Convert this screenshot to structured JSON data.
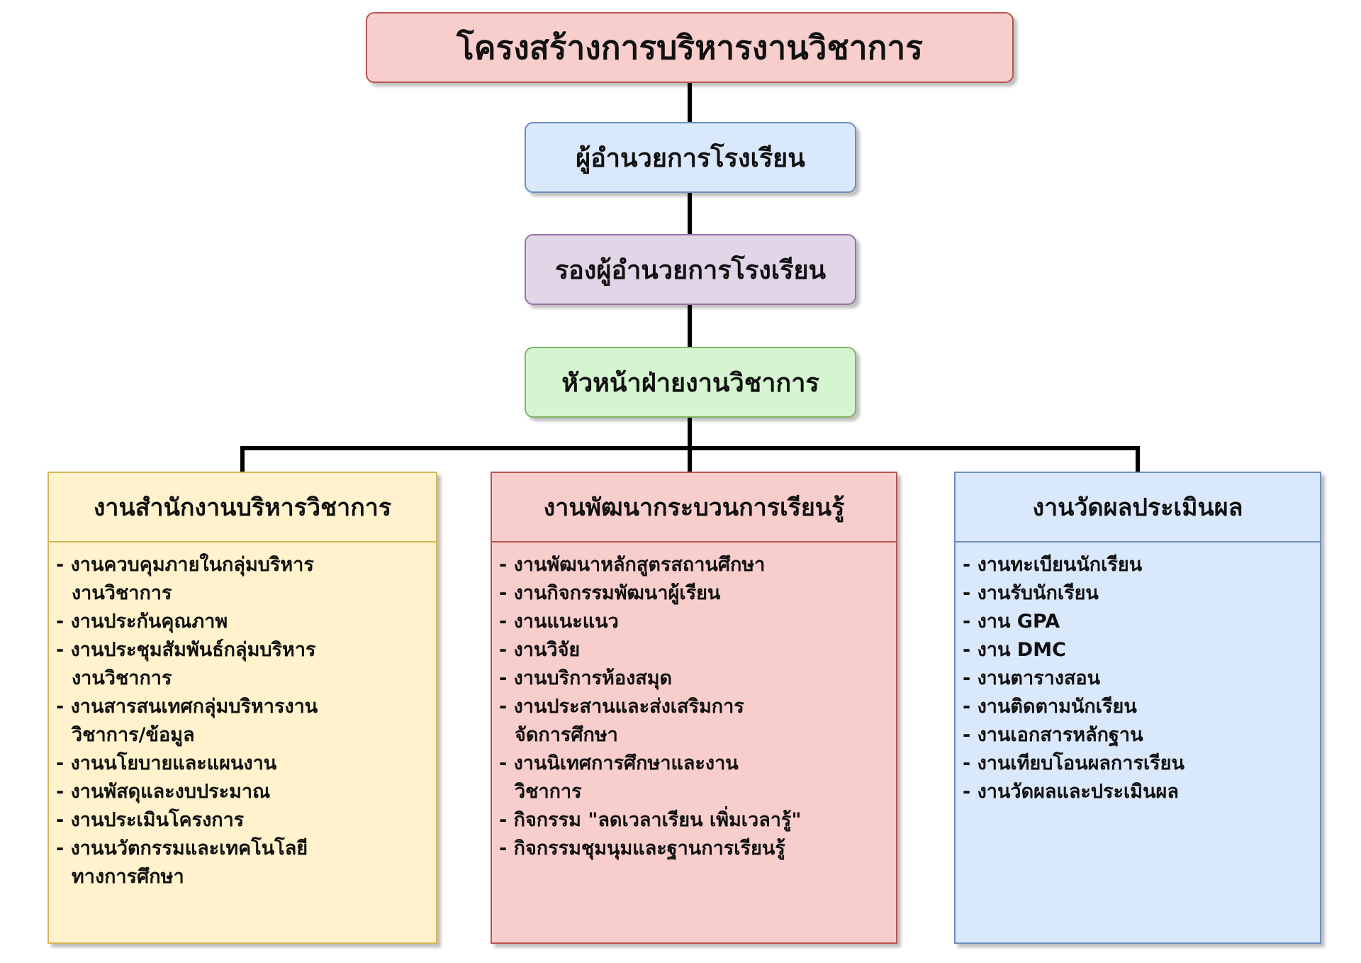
{
  "title": "โครงสร้างการบริหารงานวิชาการ",
  "levels": {
    "director": "ผู้อำนวยการโรงเรียน",
    "deputy": "รองผู้อำนวยการโรงเรียน",
    "head": "หัวหน้าฝ่ายงานวิชาการ"
  },
  "departments": [
    {
      "title": "งานสำนักงานบริหารวิชาการ",
      "items": [
        "- งานควบคุมภายในกลุ่มบริหาร\nงานวิชาการ",
        "- งานประกันคุณภาพ",
        "- งานประชุมสัมพันธ์กลุ่มบริหาร\nงานวิชาการ",
        "- งานสารสนเทศกลุ่มบริหารงาน\nวิชาการ/ข้อมูล",
        "- งานนโยบายและแผนงาน",
        "- งานพัสดุและงบประมาณ",
        "- งานประเมินโครงการ",
        "- งานนวัตกรรมและเทคโนโลยี\nทางการศึกษา"
      ]
    },
    {
      "title": "งานพัฒนากระบวนการเรียนรู้",
      "items": [
        "- งานพัฒนาหลักสูตรสถานศึกษา",
        "- งานกิจกรรมพัฒนาผู้เรียน",
        "- งานแนะแนว",
        "- งานวิจัย",
        "- งานบริการห้องสมุด",
        "- งานประสานและส่งเสริมการ\nจัดการศึกษา",
        "- งานนิเทศการศึกษาและงาน\nวิชาการ",
        "- กิจกรรม \"ลดเวลาเรียน เพิ่มเวลารู้\"",
        "- กิจกรรมชุมนุมและฐานการเรียนรู้"
      ]
    },
    {
      "title": "งานวัดผลประเมินผล",
      "items": [
        "- งานทะเบียนนักเรียน",
        "- งานรับนักเรียน",
        "- งาน GPA",
        "- งาน DMC",
        "- งานตารางสอน",
        "- งานติดตามนักเรียน",
        "- งานเอกสารหลักฐาน",
        "- งานเทียบโอนผลการเรียน",
        "- งานวัดผลและประเมินผล"
      ]
    }
  ],
  "colors": {
    "title_fill": "#f8cecc",
    "title_border": "#b85450",
    "director_fill": "#dae8fc",
    "director_border": "#6c8ebf",
    "deputy_fill": "#e1d5e7",
    "deputy_border": "#9673a6",
    "head_fill": "#d5f5d0",
    "head_border": "#82b366",
    "dept1_fill": "#fff2cc",
    "dept1_border": "#d6b656",
    "dept2_fill": "#f8cecc",
    "dept2_border": "#b85450",
    "dept3_fill": "#dae8fc",
    "dept3_border": "#6c8ebf"
  }
}
